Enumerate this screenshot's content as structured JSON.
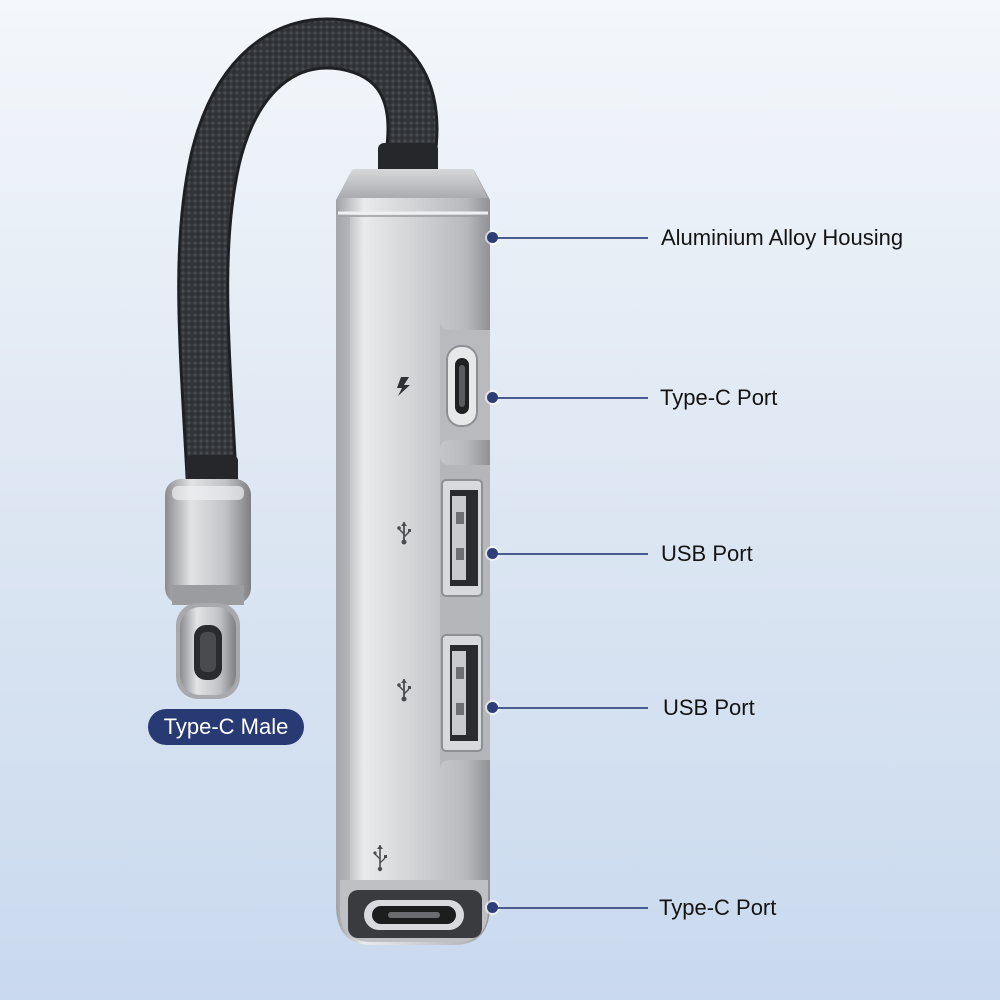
{
  "product": {
    "labels": {
      "housing": "Aluminium Alloy Housing",
      "type_c_port_top": "Type-C Port",
      "usb_port_1": "USB Port",
      "usb_port_2": "USB Port",
      "type_c_port_bottom": "Type-C Port",
      "male_connector": "Type-C Male"
    },
    "colors": {
      "accent": "#283a73",
      "callout_dot": "#2e3f78",
      "body_metal": "#c9cacd",
      "cable": "#2b2d31"
    },
    "icons": [
      "lightning-icon",
      "usb-icon",
      "usb-icon",
      "ss-usb-icon"
    ]
  }
}
